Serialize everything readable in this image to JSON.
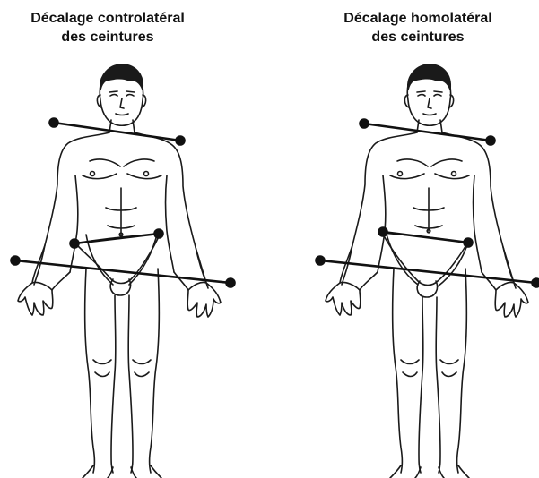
{
  "panels": [
    {
      "title_line1": "Décalage controlatéral",
      "title_line2": "des ceintures"
    },
    {
      "title_line1": "Décalage homolatéral",
      "title_line2": "des ceintures"
    }
  ],
  "colors": {
    "outline": "#1a1a1a",
    "line": "#111111",
    "background": "#ffffff"
  }
}
